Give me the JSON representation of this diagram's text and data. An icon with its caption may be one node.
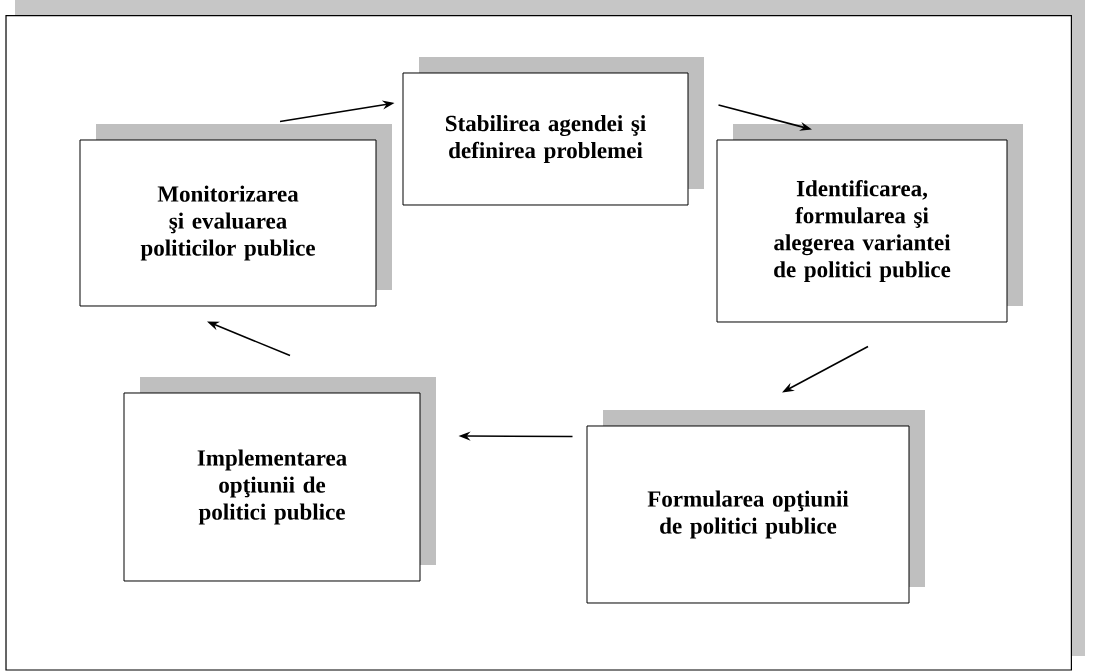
{
  "diagram": {
    "nodes": [
      {
        "text": [
          "Stabilirea agendei şi definirea problemei"
        ]
      },
      {
        "text": [
          "Identificarea, formularea şi alegerea  variantei de politici publice"
        ]
      },
      {
        "text": [
          "Formularea opţiunii de politici publice"
        ]
      },
      {
        "text": [
          "Implementarea opţiunii de politici publice"
        ]
      },
      {
        "text": [
          "Monitorizarea şi evaluarea politicilor publice"
        ]
      }
    ],
    "edges": [
      {
        "from": 4,
        "to": 0,
        "arrow": "to"
      },
      {
        "from": 0,
        "to": 1,
        "arrow": "to"
      },
      {
        "from": 1,
        "to": 2,
        "arrow": "to"
      },
      {
        "from": 2,
        "to": 3,
        "arrow": "to"
      },
      {
        "from": 3,
        "to": 4,
        "arrow": "to"
      }
    ]
  }
}
